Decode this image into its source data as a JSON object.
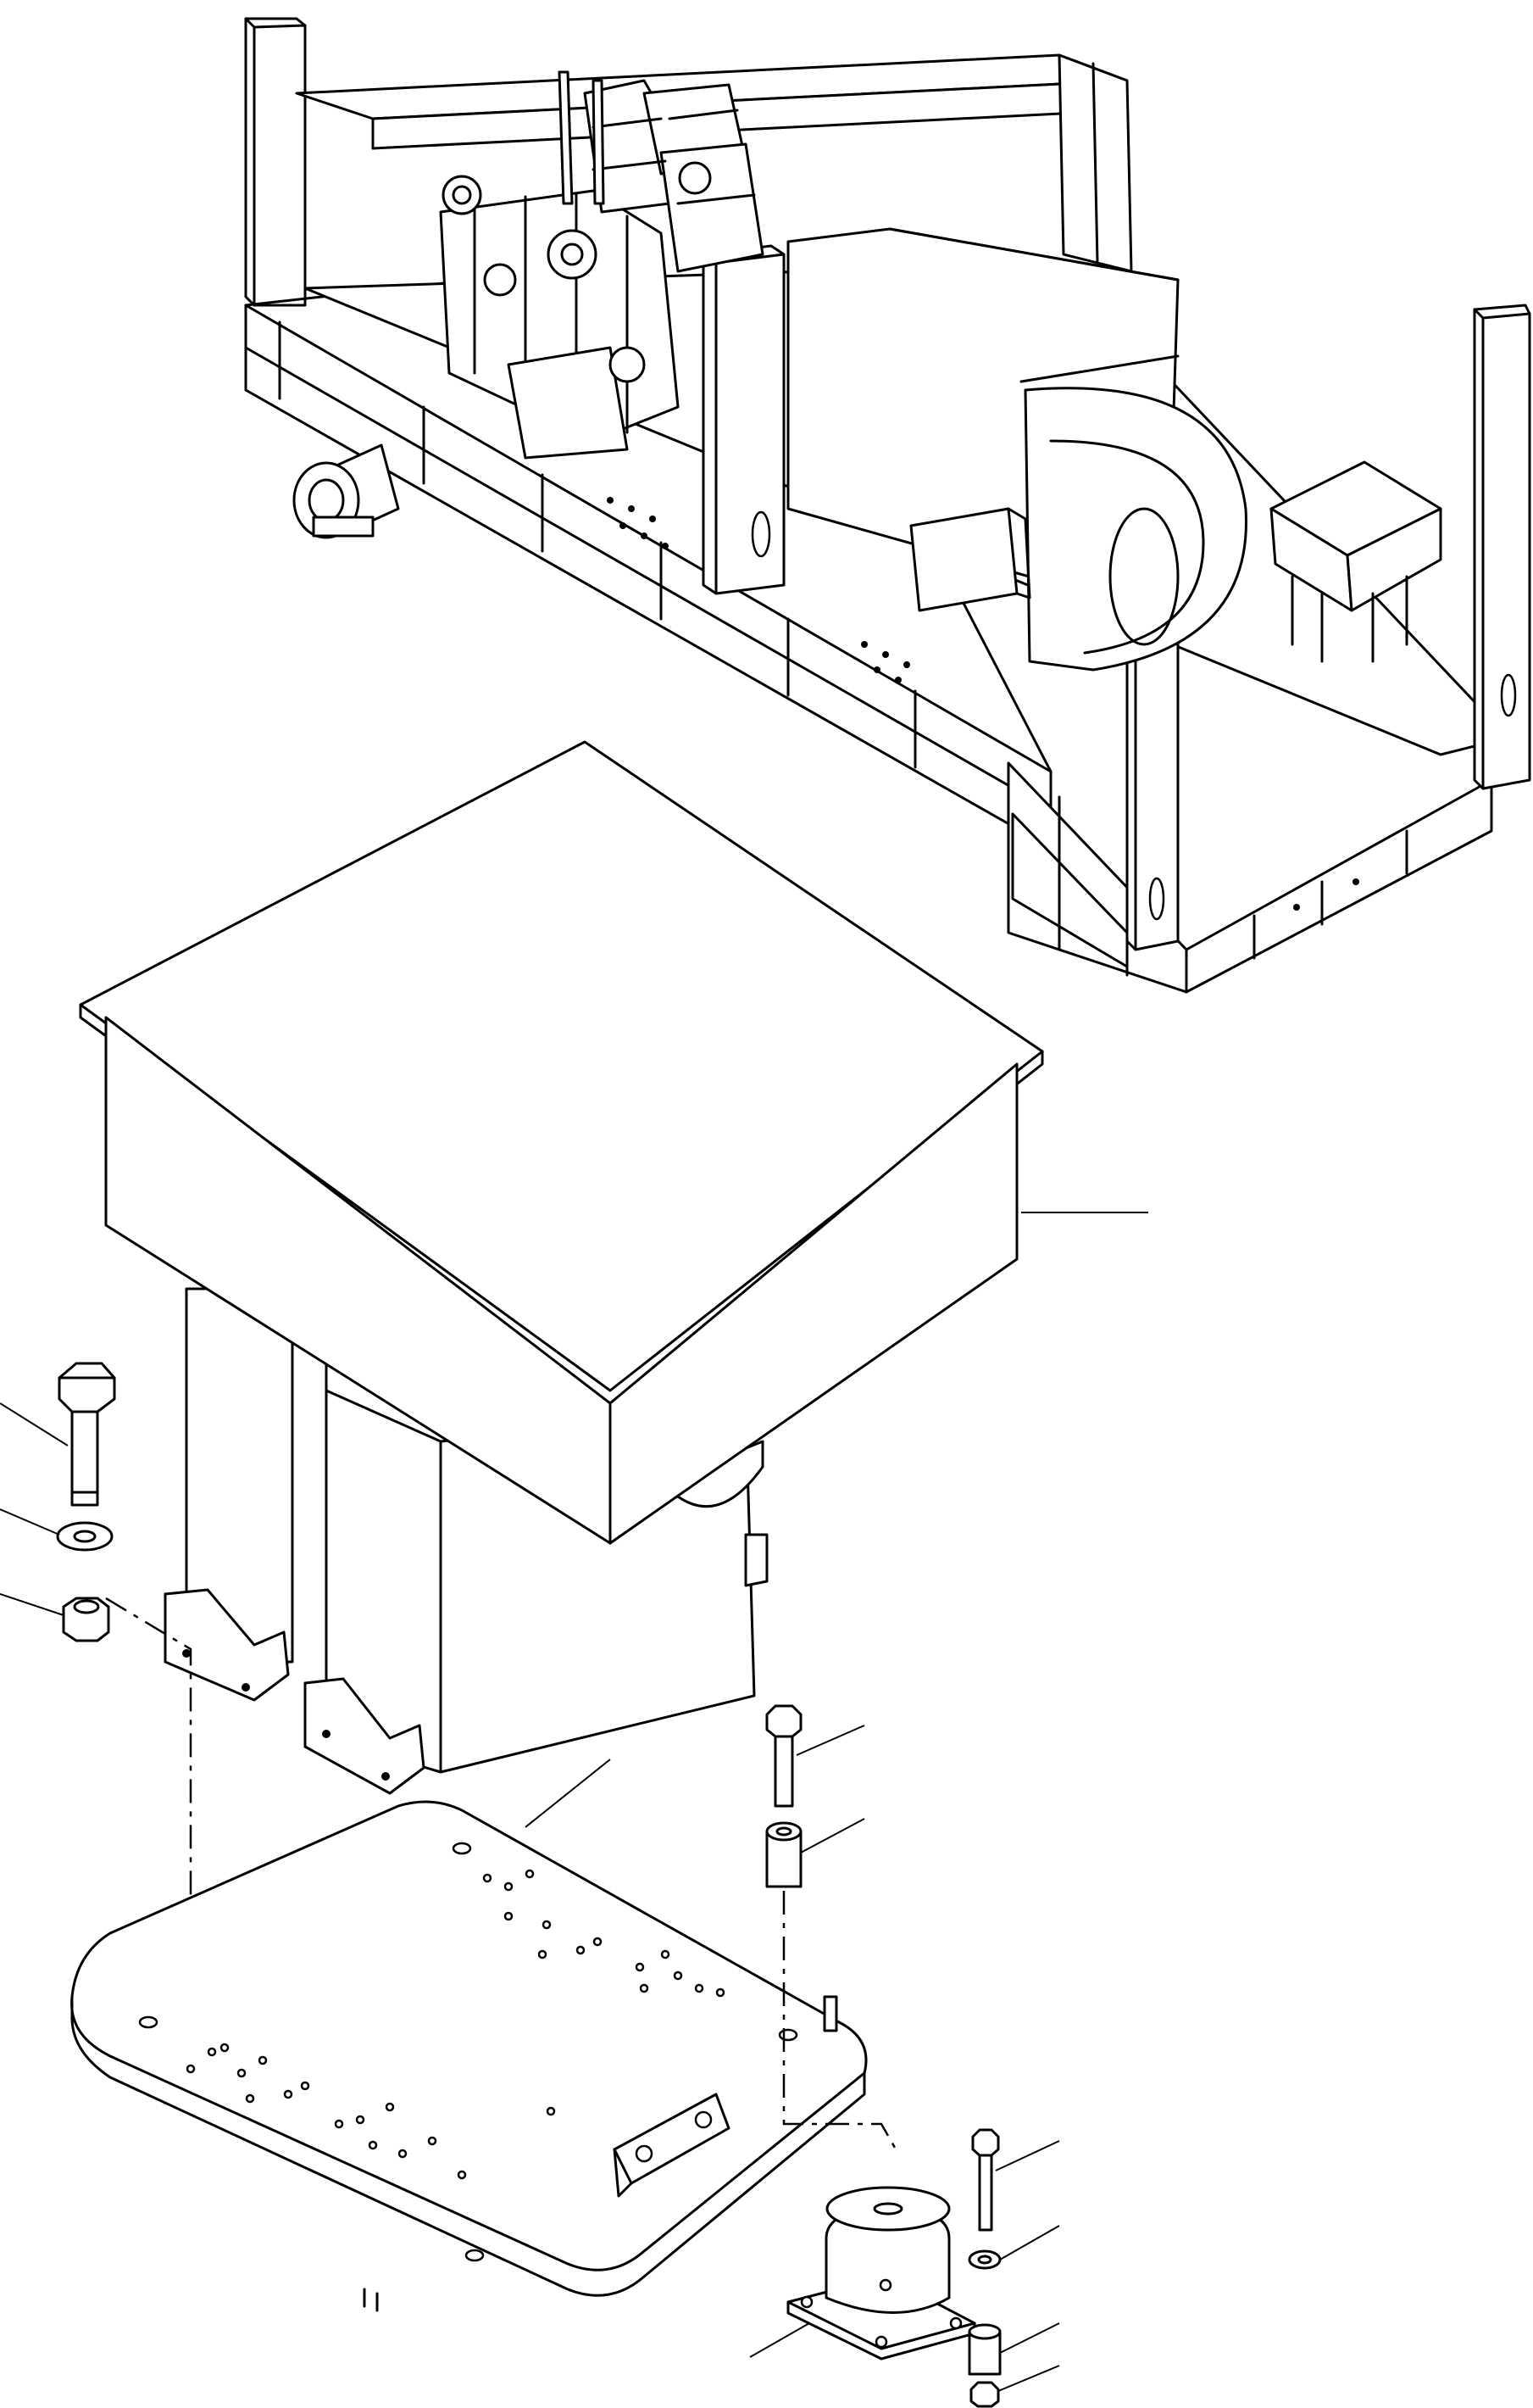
{
  "figure": {
    "kind": "exploded-assembly-drawing",
    "line_color": "#000000",
    "background": "#ffffff"
  },
  "parts": [
    {
      "name": "skid-frame-assembly"
    },
    {
      "name": "enclosure-box"
    },
    {
      "name": "mounting-plate"
    },
    {
      "name": "hex-bolt-large"
    },
    {
      "name": "flat-washer-large"
    },
    {
      "name": "hex-nut-large"
    },
    {
      "name": "bolt-small"
    },
    {
      "name": "spacer-sleeve"
    },
    {
      "name": "vibration-isolator-mount"
    },
    {
      "name": "bolt-tiny"
    },
    {
      "name": "washer-tiny"
    },
    {
      "name": "spacer-tiny"
    },
    {
      "name": "nut-tiny"
    }
  ],
  "callouts": 11
}
